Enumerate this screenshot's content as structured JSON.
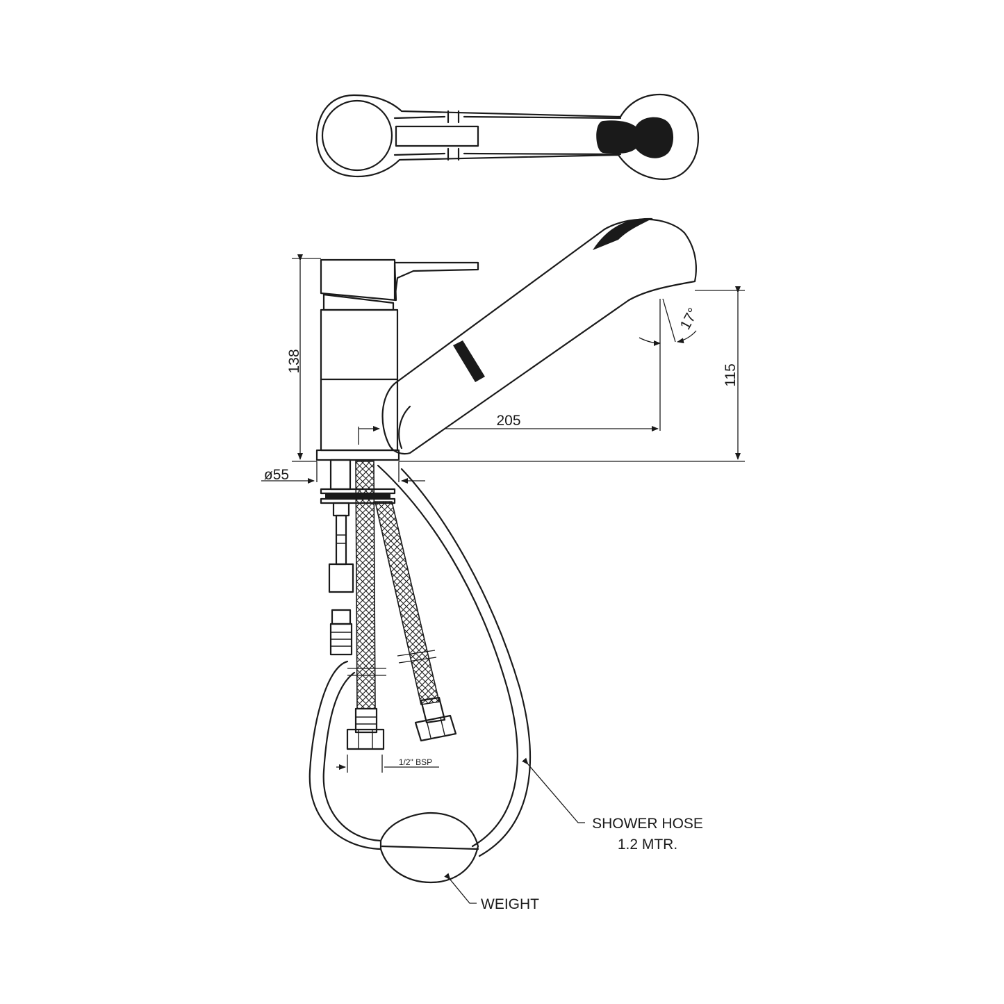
{
  "drawing": {
    "stroke_color": "#1a1a1a",
    "background": "#ffffff",
    "dimensions": {
      "height_overall": "138",
      "base_diameter": "ø55",
      "spout_reach": "205",
      "spout_height": "115",
      "spray_angle": "17°",
      "inlet_thread": "1/2\" BSP"
    },
    "callouts": {
      "shower_hose_line1": "SHOWER HOSE",
      "shower_hose_line2": "1.2 MTR.",
      "weight": "WEIGHT"
    }
  }
}
